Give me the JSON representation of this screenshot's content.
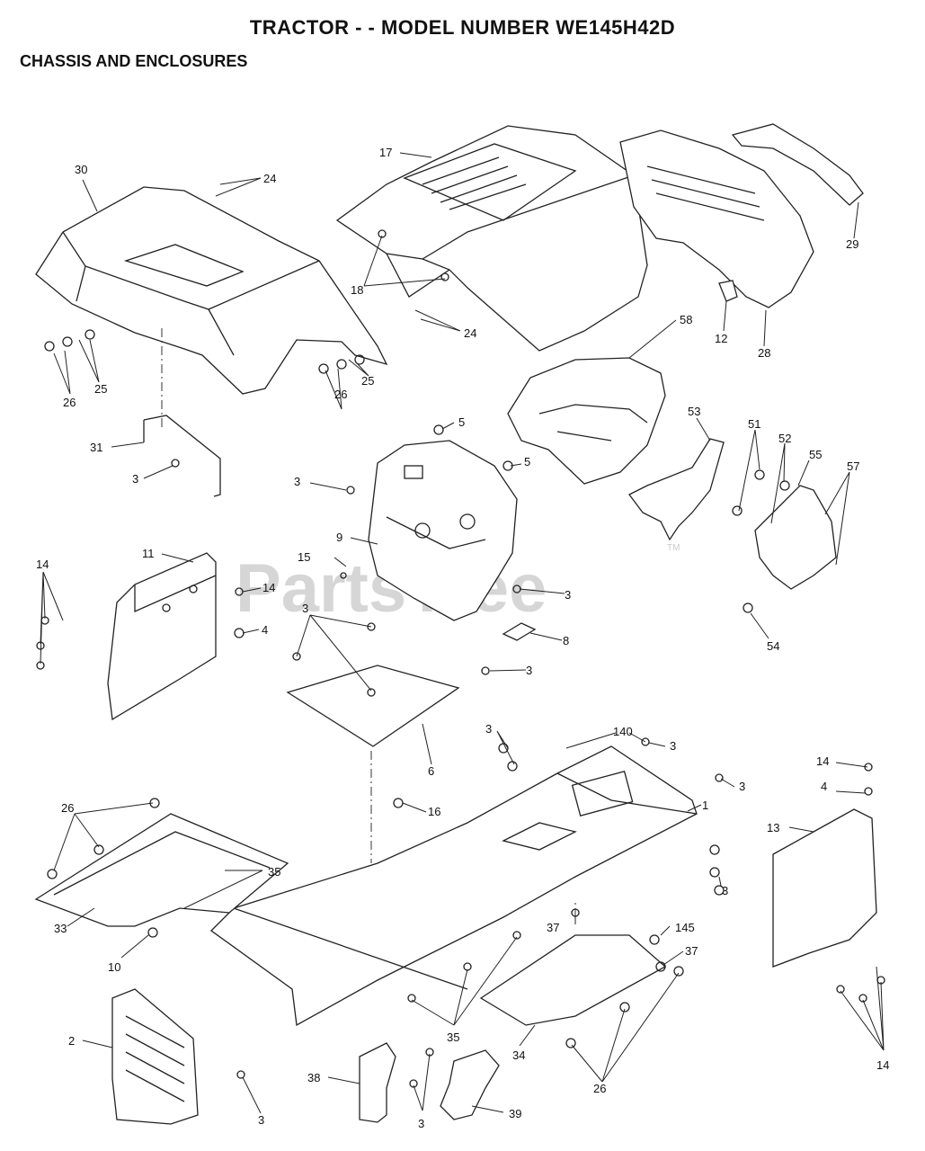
{
  "header": {
    "title": "TRACTOR - - MODEL NUMBER WE145H42D",
    "subtitle": "CHASSIS AND ENCLOSURES"
  },
  "watermark": {
    "text": "PartsTree",
    "tm": "TM"
  },
  "callouts": [
    {
      "id": "c30",
      "text": "30"
    },
    {
      "id": "c24a",
      "text": "24"
    },
    {
      "id": "c17",
      "text": "17"
    },
    {
      "id": "c29",
      "text": "29"
    },
    {
      "id": "c18",
      "text": "18"
    },
    {
      "id": "c12",
      "text": "12"
    },
    {
      "id": "c28",
      "text": "28"
    },
    {
      "id": "c24b",
      "text": "24"
    },
    {
      "id": "c58",
      "text": "58"
    },
    {
      "id": "c25a",
      "text": "25"
    },
    {
      "id": "c26a",
      "text": "26"
    },
    {
      "id": "c26b",
      "text": "26"
    },
    {
      "id": "c25b",
      "text": "25"
    },
    {
      "id": "c5a",
      "text": "5"
    },
    {
      "id": "c53",
      "text": "53"
    },
    {
      "id": "c51",
      "text": "51"
    },
    {
      "id": "c52",
      "text": "52"
    },
    {
      "id": "c55",
      "text": "55"
    },
    {
      "id": "c57",
      "text": "57"
    },
    {
      "id": "c31",
      "text": "31"
    },
    {
      "id": "c5b",
      "text": "5"
    },
    {
      "id": "c3a",
      "text": "3"
    },
    {
      "id": "c3b",
      "text": "3"
    },
    {
      "id": "c9",
      "text": "9"
    },
    {
      "id": "c11",
      "text": "11"
    },
    {
      "id": "c15",
      "text": "15"
    },
    {
      "id": "c14a",
      "text": "14"
    },
    {
      "id": "c14b",
      "text": "14"
    },
    {
      "id": "c3c",
      "text": "3"
    },
    {
      "id": "c4a",
      "text": "4"
    },
    {
      "id": "c3d",
      "text": "3"
    },
    {
      "id": "c8",
      "text": "8"
    },
    {
      "id": "c54",
      "text": "54"
    },
    {
      "id": "c3e",
      "text": "3"
    },
    {
      "id": "c6",
      "text": "6"
    },
    {
      "id": "c3f",
      "text": "3"
    },
    {
      "id": "c140",
      "text": "140"
    },
    {
      "id": "c3g",
      "text": "3"
    },
    {
      "id": "c14c",
      "text": "14"
    },
    {
      "id": "c3h",
      "text": "3"
    },
    {
      "id": "c4b",
      "text": "4"
    },
    {
      "id": "c1",
      "text": "1"
    },
    {
      "id": "c26c",
      "text": "26"
    },
    {
      "id": "c16",
      "text": "16"
    },
    {
      "id": "c13",
      "text": "13"
    },
    {
      "id": "c35a",
      "text": "35"
    },
    {
      "id": "c3i",
      "text": "3"
    },
    {
      "id": "c33",
      "text": "33"
    },
    {
      "id": "c10",
      "text": "10"
    },
    {
      "id": "c37a",
      "text": "37"
    },
    {
      "id": "c145",
      "text": "145"
    },
    {
      "id": "c37b",
      "text": "37"
    },
    {
      "id": "c2",
      "text": "2"
    },
    {
      "id": "c35b",
      "text": "35"
    },
    {
      "id": "c34",
      "text": "34"
    },
    {
      "id": "c14d",
      "text": "14"
    },
    {
      "id": "c38",
      "text": "38"
    },
    {
      "id": "c26d",
      "text": "26"
    },
    {
      "id": "c3j",
      "text": "3"
    },
    {
      "id": "c3k",
      "text": "3"
    },
    {
      "id": "c39",
      "text": "39"
    }
  ]
}
